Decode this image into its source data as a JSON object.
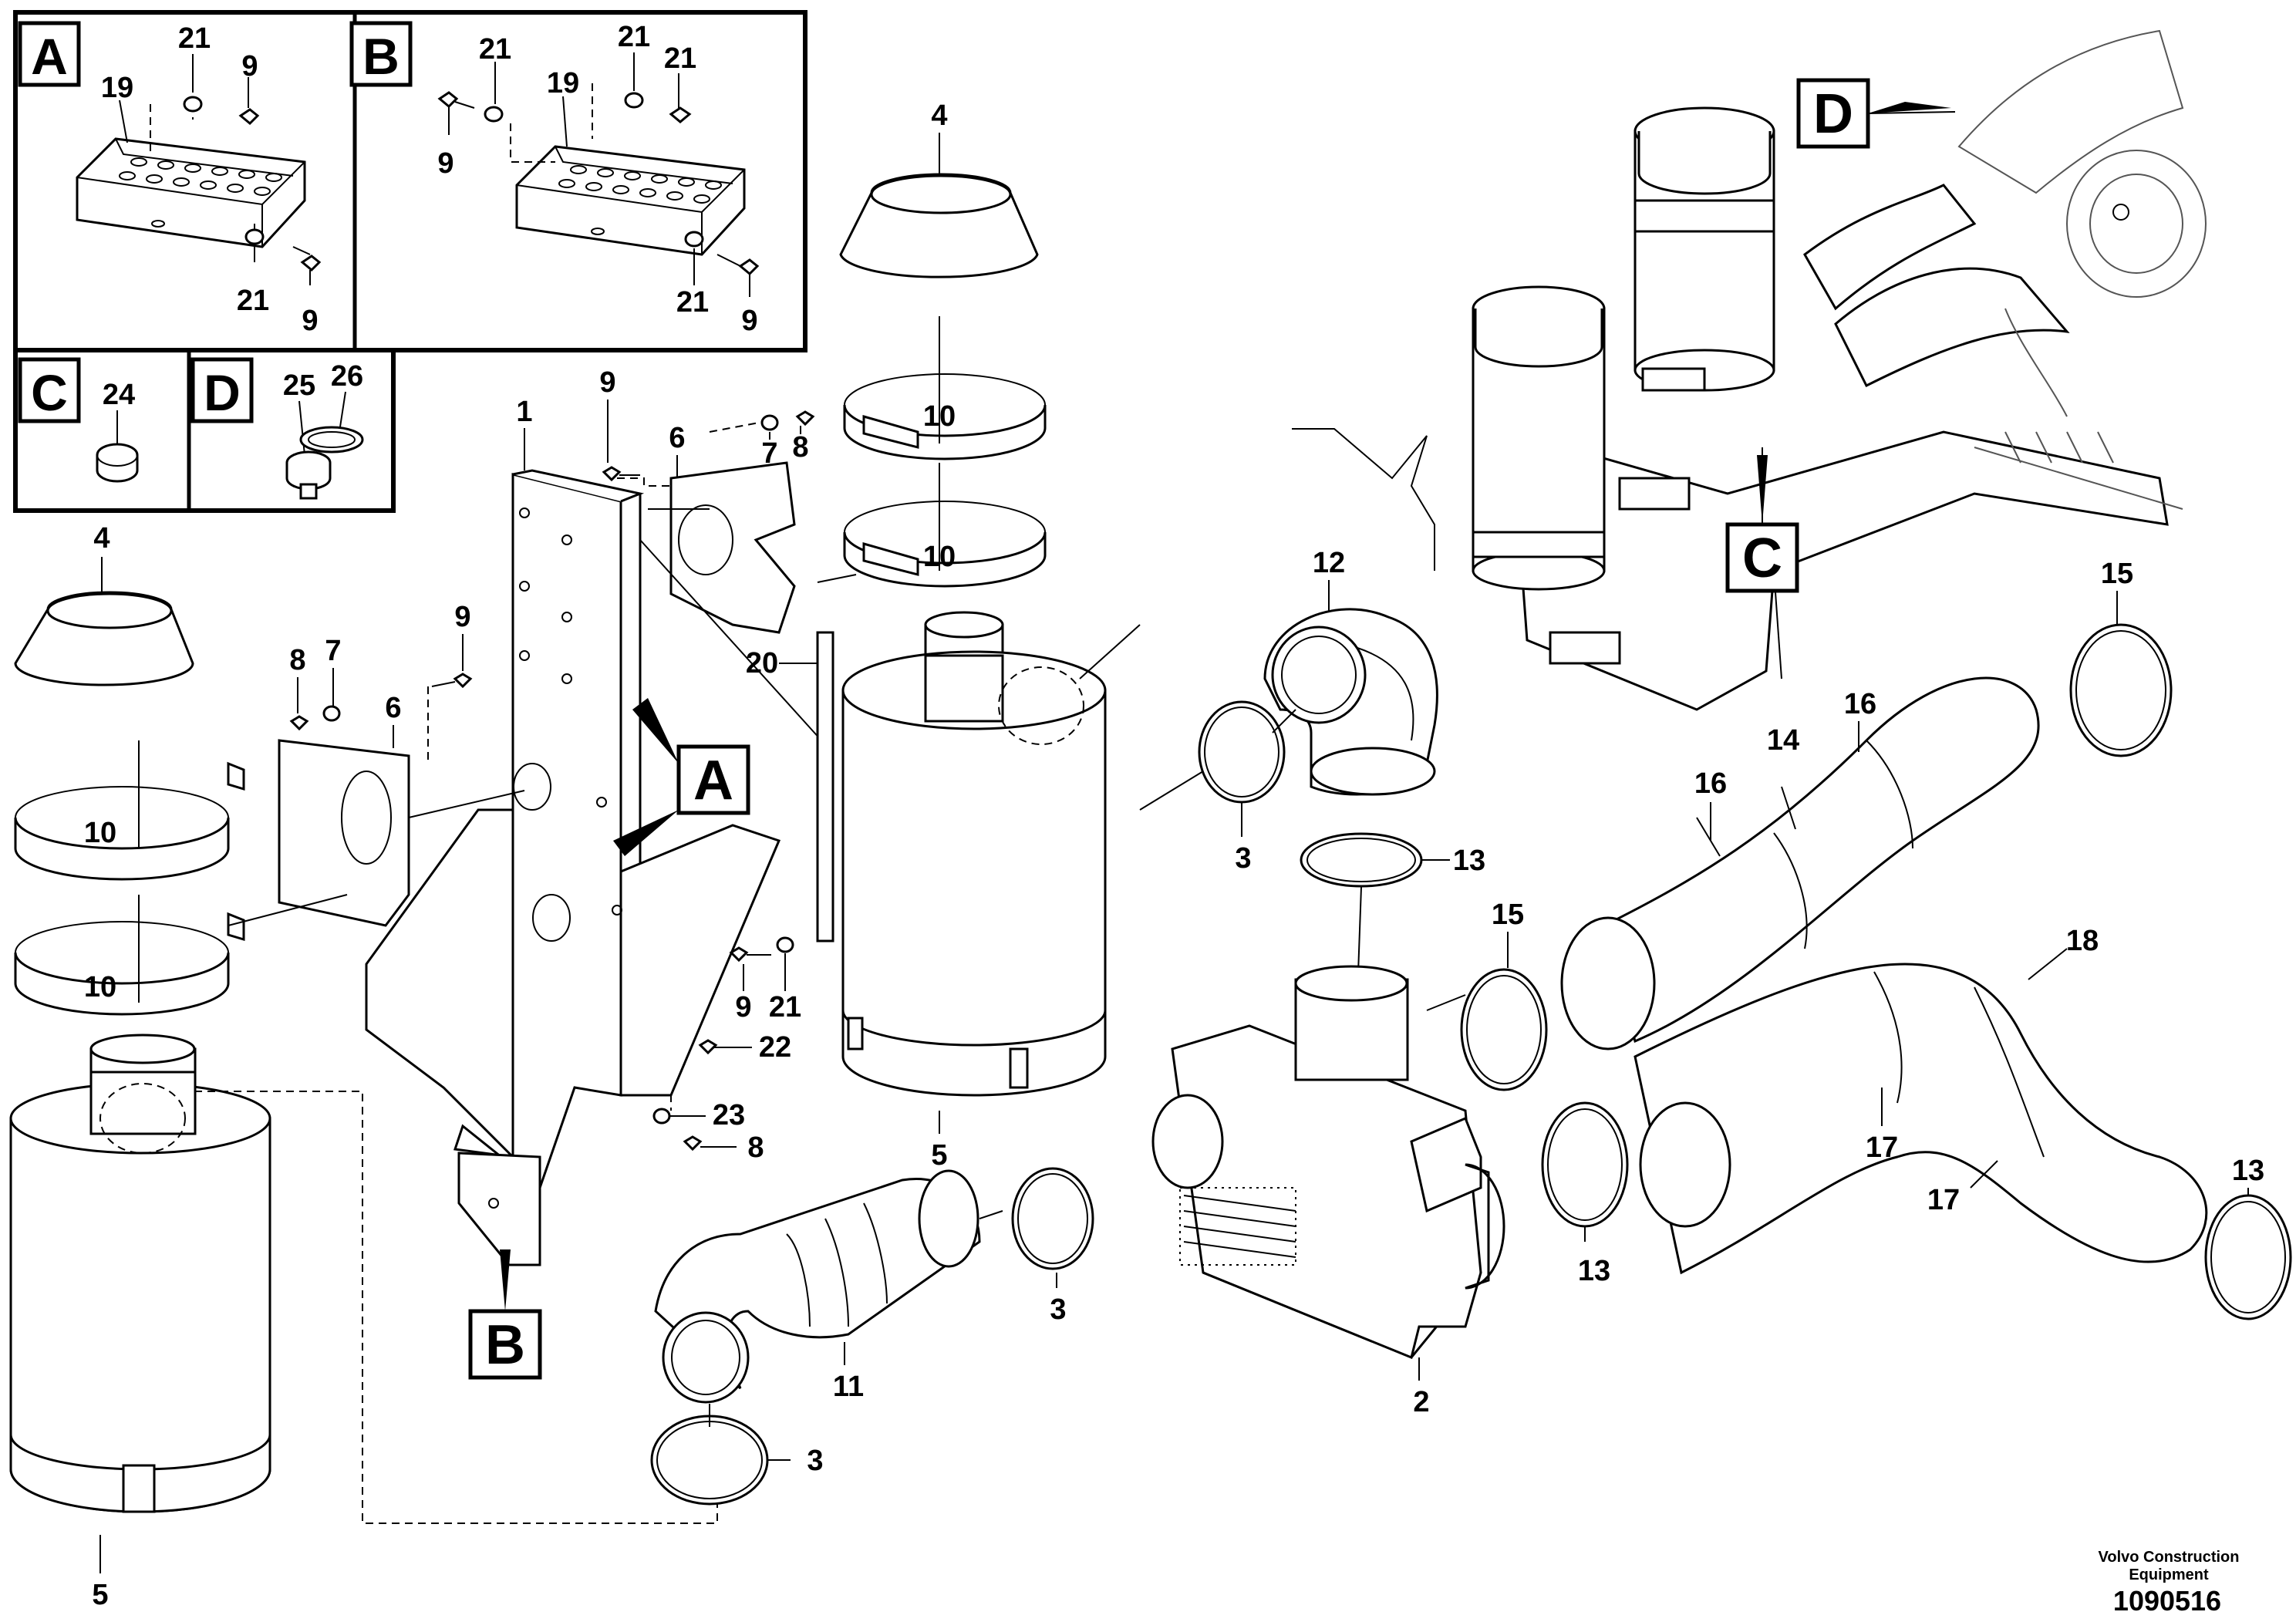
{
  "brand": {
    "line1": "Volvo Construction",
    "line2": "Equipment"
  },
  "document_number": "1090516",
  "detail_boxes": {
    "A": {
      "letter": "A",
      "labels": [
        "21",
        "9",
        "19",
        "21",
        "9"
      ]
    },
    "B": {
      "letter": "B",
      "labels": [
        "21",
        "21",
        "21",
        "19",
        "9",
        "21",
        "9"
      ]
    },
    "C": {
      "letter": "C",
      "labels": [
        "24"
      ]
    },
    "D": {
      "letter": "D",
      "labels": [
        "25",
        "26"
      ]
    }
  },
  "view_markers": {
    "A": "A",
    "B": "B",
    "C": "C",
    "D": "D"
  },
  "part_labels": [
    "4",
    "10",
    "10",
    "5",
    "1",
    "6",
    "7",
    "8",
    "9",
    "20",
    "4",
    "10",
    "10",
    "5",
    "8",
    "7",
    "6",
    "9",
    "9",
    "21",
    "22",
    "23",
    "8",
    "12",
    "3",
    "13",
    "3",
    "11",
    "3",
    "2",
    "15",
    "13",
    "15",
    "16",
    "14",
    "16",
    "18",
    "17",
    "17",
    "13"
  ]
}
